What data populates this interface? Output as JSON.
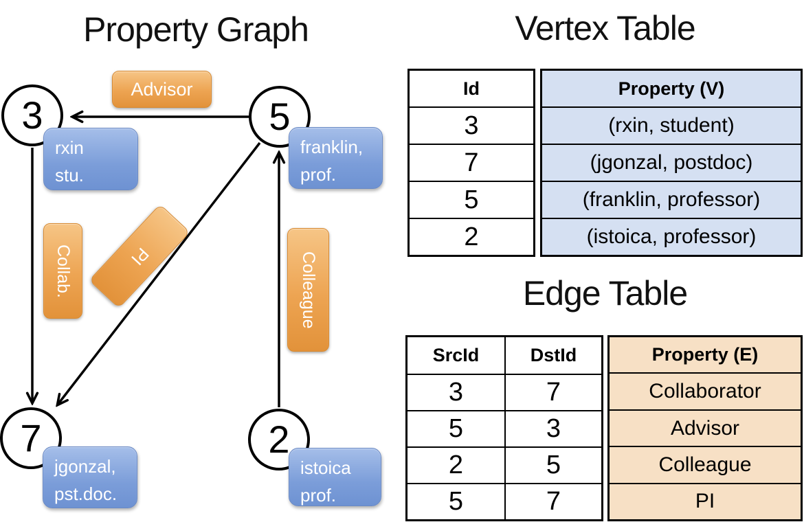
{
  "graph": {
    "title": "Property Graph",
    "nodes": [
      {
        "id": "3",
        "tag": "rxin\nstu."
      },
      {
        "id": "5",
        "tag": "franklin,\nprof."
      },
      {
        "id": "7",
        "tag": "jgonzal,\npst.doc."
      },
      {
        "id": "2",
        "tag": "istoica\nprof."
      }
    ],
    "edge_labels": {
      "advisor": "Advisor",
      "collab": "Collab.",
      "pi": "PI",
      "colleague": "Colleague"
    },
    "edges": [
      {
        "src": "5",
        "dst": "3",
        "label": "Advisor"
      },
      {
        "src": "3",
        "dst": "7",
        "label": "Collab."
      },
      {
        "src": "5",
        "dst": "7",
        "label": "PI"
      },
      {
        "src": "2",
        "dst": "5",
        "label": "Colleague"
      }
    ]
  },
  "vertex_table": {
    "title": "Vertex Table",
    "headers": {
      "id": "Id",
      "property": "Property (V)"
    },
    "rows": [
      {
        "id": "3",
        "property": "(rxin, student)"
      },
      {
        "id": "7",
        "property": "(jgonzal, postdoc)"
      },
      {
        "id": "5",
        "property": "(franklin, professor)"
      },
      {
        "id": "2",
        "property": "(istoica, professor)"
      }
    ]
  },
  "edge_table": {
    "title": "Edge Table",
    "headers": {
      "src": "SrcId",
      "dst": "DstId",
      "property": "Property (E)"
    },
    "rows": [
      {
        "src": "3",
        "dst": "7",
        "property": "Collaborator"
      },
      {
        "src": "5",
        "dst": "3",
        "property": "Advisor"
      },
      {
        "src": "2",
        "dst": "5",
        "property": "Colleague"
      },
      {
        "src": "5",
        "dst": "7",
        "property": "PI"
      }
    ]
  },
  "colors": {
    "edge_pill_orange": "#EDA452",
    "vertex_tag_blue": "#7B9DD9",
    "vertex_property_bg": "#D5E0F2",
    "edge_property_bg": "#F7E0C5",
    "line_black": "#000000"
  }
}
